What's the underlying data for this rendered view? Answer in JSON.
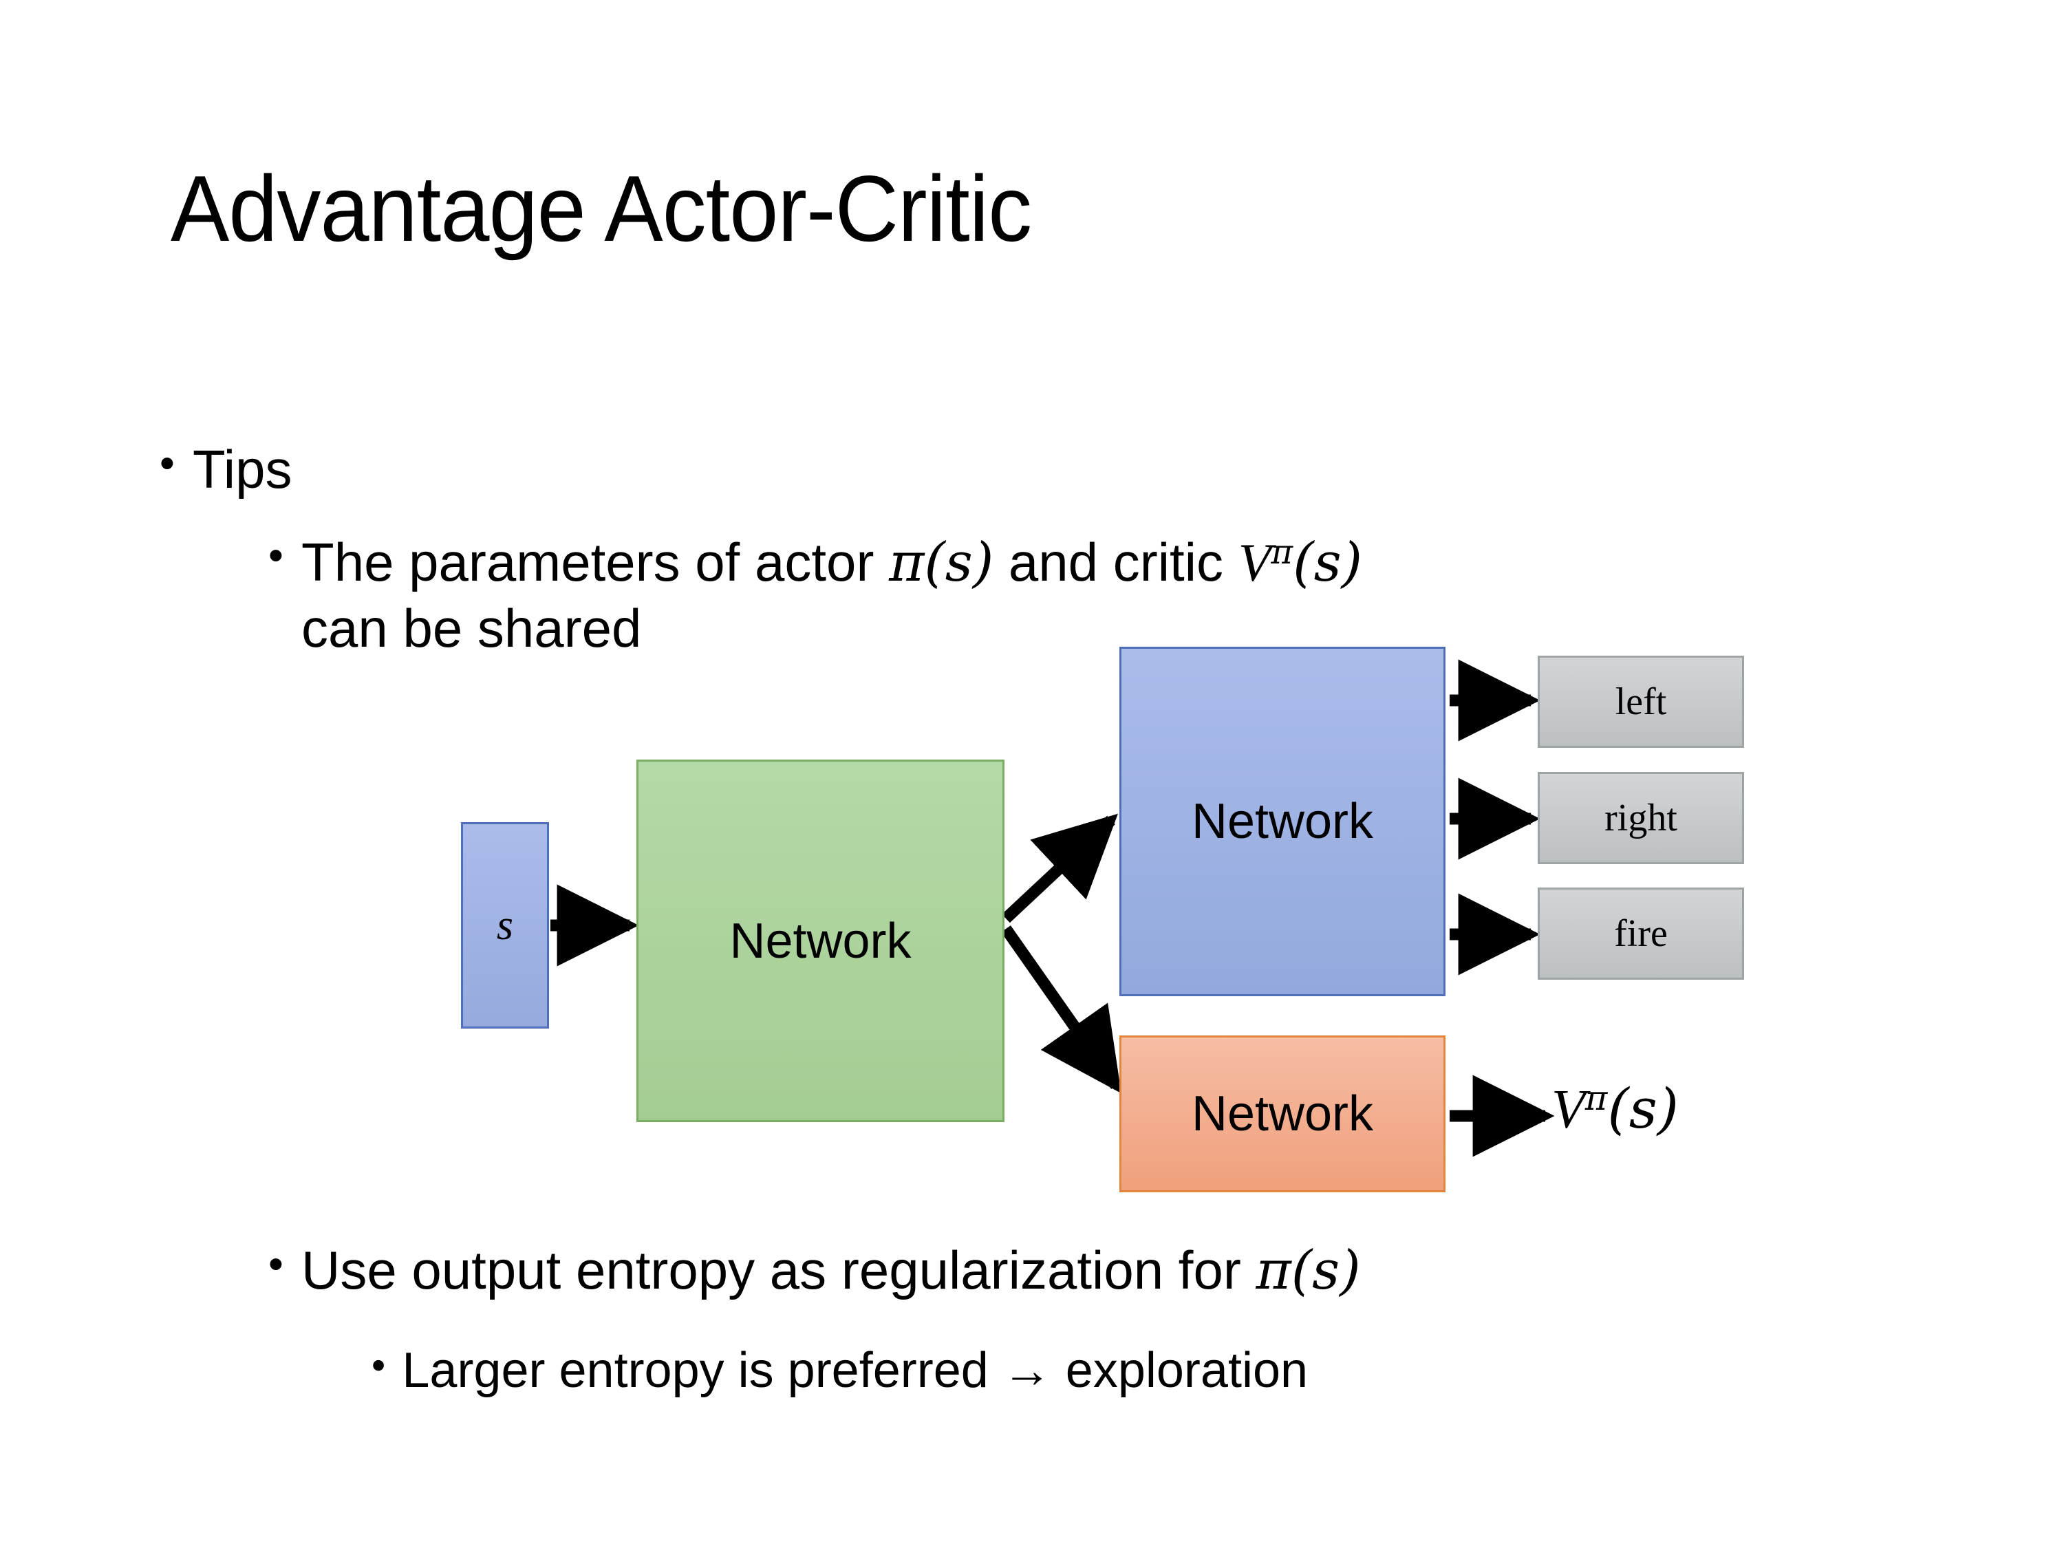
{
  "slide": {
    "title": "Advantage Actor-Critic",
    "background_color": "#ffffff"
  },
  "bullets": [
    {
      "level": 1,
      "marker": "•",
      "text": "Tips"
    },
    {
      "level": 2,
      "marker": "•",
      "text_parts": [
        "The parameters of actor ",
        "π(s)",
        "  and critic ",
        "Vπ(s)",
        " can be shared"
      ],
      "line1_prefix": "The parameters of actor ",
      "pi_s": "π(s)",
      "mid": "  and critic ",
      "v_letter": "V",
      "v_sup": "π",
      "v_arg": "(s)",
      "line2": "can be shared"
    },
    {
      "level": 2,
      "marker": "•",
      "prefix": "Use output entropy as regularization for ",
      "pi_s": "π(s)"
    },
    {
      "level": 3,
      "marker": "•",
      "text": "Larger entropy is preferred → exploration"
    }
  ],
  "diagram": {
    "nodes": {
      "state": {
        "label": "s",
        "fill": "#9fb3e0",
        "border": "#4f70b8"
      },
      "shared_network": {
        "label": "Network",
        "fill": "#add49c",
        "border": "#7aad63"
      },
      "actor_network": {
        "label": "Network",
        "fill": "#9fb3e0",
        "border": "#4f70b8"
      },
      "critic_network": {
        "label": "Network",
        "fill": "#f2b294",
        "border": "#e3873f"
      }
    },
    "actions": [
      {
        "label": "left",
        "fill": "#c7cacd"
      },
      {
        "label": "right",
        "fill": "#c7cacd"
      },
      {
        "label": "fire",
        "fill": "#c7cacd"
      }
    ],
    "value_output": {
      "letter": "V",
      "superscript": "π",
      "argument": "(s)"
    },
    "arrow_color": "#000000"
  }
}
